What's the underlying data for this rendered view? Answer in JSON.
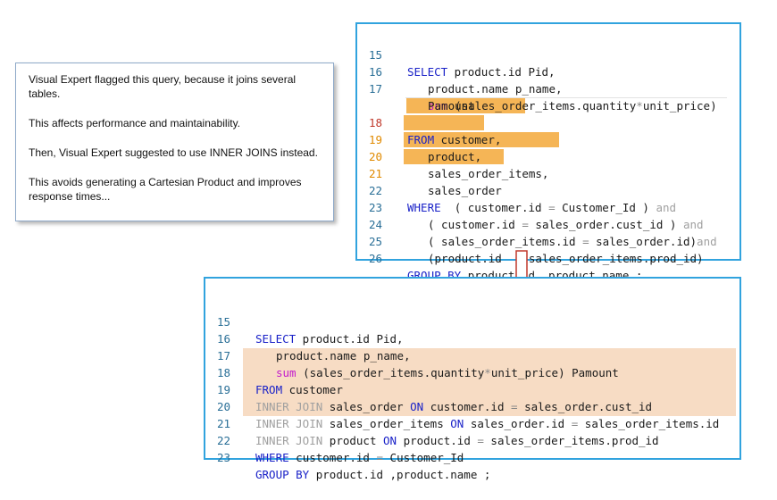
{
  "note": {
    "p1": "Visual Expert flagged this query, because it joins several tables.",
    "p2": "This affects performance and maintainability.",
    "p3": "Then, Visual Expert suggested to use INNER JOINS instead.",
    "p4": "This avoids generating a Cartesian Product and improves response times..."
  },
  "before": {
    "l15": {
      "n": "15",
      "a": "SELECT",
      "b": " product.id Pid,"
    },
    "l16": {
      "n": "16",
      "a": "product.name p_name,"
    },
    "l17": {
      "n": "17",
      "a": "sum",
      "b": " (sales_order_items.quantity",
      "c": "*",
      "d": "unit_price)"
    },
    "l17b": {
      "a": "Pamount"
    },
    "l18": {
      "n": "18",
      "a": "FROM",
      "b": " customer,"
    },
    "l19": {
      "n": "19",
      "a": "product,"
    },
    "l20": {
      "n": "20",
      "a": "sales_order_items,"
    },
    "l21": {
      "n": "21",
      "a": "sales_order"
    },
    "l22": {
      "n": "22",
      "a": "WHERE",
      "b": "  ( customer.id ",
      "c": "=",
      "d": " Customer_Id ) ",
      "e": "and"
    },
    "l23": {
      "n": "23",
      "a": "( customer.id ",
      "b": "=",
      "c": " sales_order.cust_id ) ",
      "d": "and"
    },
    "l24": {
      "n": "24",
      "a": "( sales_order_items.id ",
      "b": "=",
      "c": " sales_order.id)",
      "d": "and"
    },
    "l25": {
      "n": "25",
      "a": "(product.id  ",
      "b": "=",
      "c": " sales_order_items.prod_id)"
    },
    "l26": {
      "n": "26",
      "a": "GROUP BY",
      "b": " product.id ,product.name ;"
    }
  },
  "after": {
    "l15": {
      "n": "15",
      "a": "SELECT",
      "b": " product.id Pid,"
    },
    "l16": {
      "n": "16",
      "a": "product.name p_name,"
    },
    "l17": {
      "n": "17",
      "a": "sum",
      "b": " (sales_order_items.quantity",
      "c": "*",
      "d": "unit_price) Pamount"
    },
    "l18": {
      "n": "18",
      "a": "FROM",
      "b": " customer"
    },
    "l19": {
      "n": "19",
      "a": "INNER JOIN",
      "b": " sales_order ",
      "c": "ON",
      "d": " customer.id ",
      "e": "=",
      "f": " sales_order.cust_id"
    },
    "l20": {
      "n": "20",
      "a": "INNER JOIN",
      "b": " sales_order_items ",
      "c": "ON",
      "d": " sales_order.id ",
      "e": "=",
      "f": " sales_order_items.id"
    },
    "l21": {
      "n": "21",
      "a": "INNER JOIN",
      "b": " product ",
      "c": "ON",
      "d": " product.id ",
      "e": "=",
      "f": " sales_order_items.prod_id"
    },
    "l22": {
      "n": "22",
      "a": "WHERE",
      "b": " customer.id ",
      "c": "=",
      "d": " Customer_Id"
    },
    "l23": {
      "n": "23",
      "a": "GROUP BY",
      "b": " product.id ,product.name ;"
    }
  },
  "colors": {
    "border": "#31a3de",
    "highlight_before": "#f5b556",
    "highlight_after": "#f7dcc4",
    "keyword": "#1a22c8",
    "function": "#c31bcc"
  }
}
